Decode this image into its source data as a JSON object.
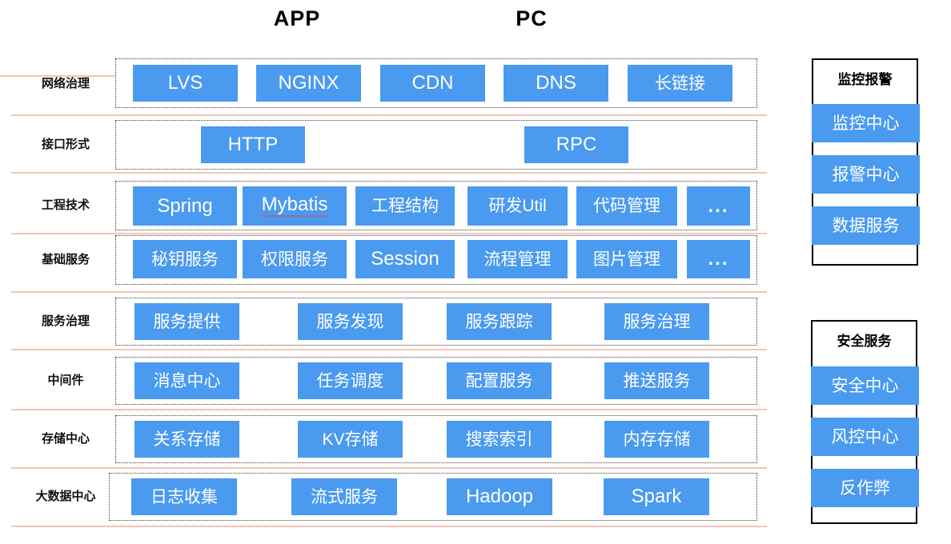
{
  "titles": {
    "app": "APP",
    "pc": "PC"
  },
  "colors": {
    "box_blue": "#4A9AF0",
    "separator_pink": "#F3C5B5",
    "panel_border": "#000000",
    "spellcheck_red": "#FF4136"
  },
  "rows": [
    {
      "label": "网络治理",
      "items": [
        "LVS",
        "NGINX",
        "CDN",
        "DNS",
        "长链接"
      ]
    },
    {
      "label": "接口形式",
      "items": [
        "HTTP",
        "RPC"
      ]
    },
    {
      "label": "工程技术",
      "items": [
        "Spring",
        "Mybatis",
        "工程结构",
        "研发Util",
        "代码管理",
        "..."
      ]
    },
    {
      "label": "基础服务",
      "items": [
        "秘钥服务",
        "权限服务",
        "Session",
        "流程管理",
        "图片管理",
        "..."
      ]
    },
    {
      "label": "服务治理",
      "items": [
        "服务提供",
        "服务发现",
        "服务跟踪",
        "服务治理"
      ]
    },
    {
      "label": "中间件",
      "items": [
        "消息中心",
        "任务调度",
        "配置服务",
        "推送服务"
      ]
    },
    {
      "label": "存储中心",
      "items": [
        "关系存储",
        "KV存储",
        "搜索索引",
        "内存存储"
      ]
    },
    {
      "label": "大数据中心",
      "items": [
        "日志收集",
        "流式服务",
        "Hadoop",
        "Spark"
      ]
    }
  ],
  "side_panels": [
    {
      "title": "监控报警",
      "items": [
        "监控中心",
        "报警中心",
        "数据服务"
      ]
    },
    {
      "title": "安全服务",
      "items": [
        "安全中心",
        "风控中心",
        "反作弊"
      ]
    }
  ]
}
